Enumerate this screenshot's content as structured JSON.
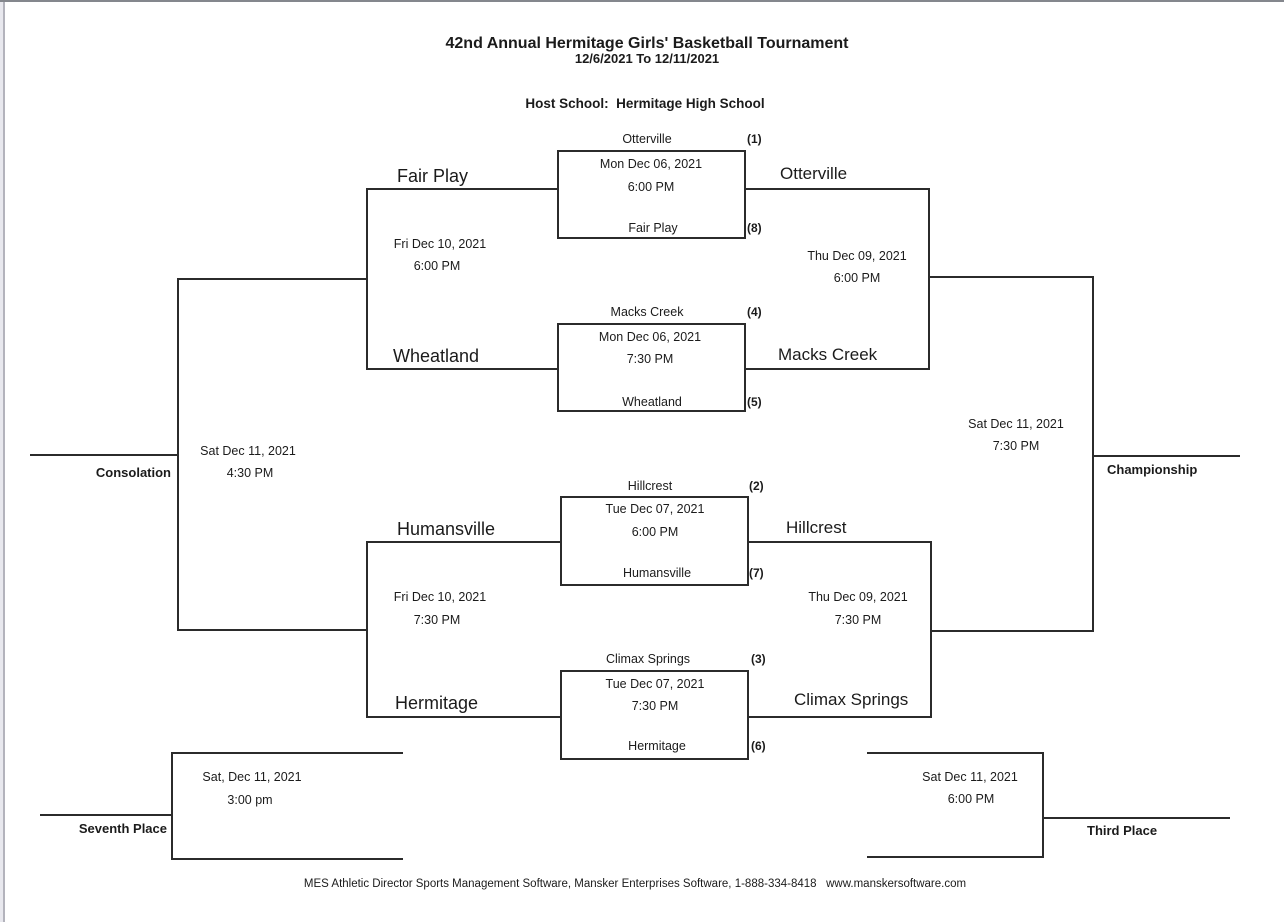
{
  "header": {
    "title": "42nd Annual Hermitage Girls' Basketball Tournament",
    "date_range": "12/6/2021 To 12/11/2021",
    "host": "Host School:  Hermitage High School"
  },
  "games": [
    {
      "seed_top": "(1)",
      "team_top": "Otterville",
      "date": "Mon Dec 06, 2021",
      "time": "6:00 PM",
      "team_bottom": "Fair Play",
      "seed_bottom": "(8)",
      "winner": "Otterville"
    },
    {
      "seed_top": "(4)",
      "team_top": "Macks Creek",
      "date": "Mon Dec 06, 2021",
      "time": "7:30 PM",
      "team_bottom": "Wheatland",
      "seed_bottom": "(5)",
      "winner": "Macks Creek"
    },
    {
      "seed_top": "(2)",
      "team_top": "Hillcrest",
      "date": "Tue Dec 07, 2021",
      "time": "6:00 PM",
      "team_bottom": "Humansville",
      "seed_bottom": "(7)",
      "winner": "Hillcrest"
    },
    {
      "seed_top": "(3)",
      "team_top": "Climax Springs",
      "date": "Tue Dec 07, 2021",
      "time": "7:30 PM",
      "team_bottom": "Hermitage",
      "seed_bottom": "(6)",
      "winner": "Climax Springs"
    }
  ],
  "semifinals": [
    {
      "date": "Thu Dec 09, 2021",
      "time": "6:00 PM"
    },
    {
      "date": "Thu Dec 09, 2021",
      "time": "7:30 PM"
    }
  ],
  "consolation_semifinals": [
    {
      "date": "Fri Dec 10, 2021",
      "time": "6:00 PM"
    },
    {
      "date": "Fri Dec 10, 2021",
      "time": "7:30 PM"
    }
  ],
  "championship": {
    "label": "Championship",
    "date": "Sat Dec 11, 2021",
    "time": "7:30 PM"
  },
  "consolation": {
    "label": "Consolation",
    "date": "Sat Dec 11, 2021",
    "time": "4:30 PM"
  },
  "third_place": {
    "label": "Third Place",
    "date": "Sat Dec 11, 2021",
    "time": "6:00 PM"
  },
  "seventh_place": {
    "label": "Seventh Place",
    "date": "Sat, Dec 11, 2021",
    "time": "3:00 pm"
  },
  "footer": {
    "text": "MES Athletic Director Sports Management Software, Mansker Enterprises Software, 1-888-334-8418   www.manskersoftware.com"
  },
  "colors": {
    "line": "#2b2b2b",
    "text": "#1b1b1b",
    "page_bg": "#ffffff",
    "edge_strip": "#e8e8ee",
    "edge_line": "#b3b3bc",
    "edge_top": "#84878d"
  }
}
